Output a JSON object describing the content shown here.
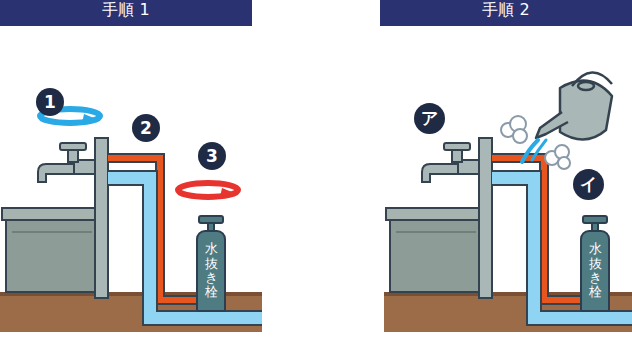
{
  "diagram": {
    "nodes": [
      {
        "text": [
          "手順 1"
        ]
      },
      {
        "text": [
          "1"
        ]
      },
      {
        "text": [
          "2"
        ]
      },
      {
        "text": [
          "3"
        ]
      },
      {
        "text": [
          "水抜き栓"
        ]
      },
      {
        "text": [
          "手順 2"
        ]
      },
      {
        "text": [
          "ア"
        ]
      },
      {
        "text": [
          "イ"
        ]
      },
      {
        "text": [
          "水抜き栓"
        ]
      }
    ]
  }
}
